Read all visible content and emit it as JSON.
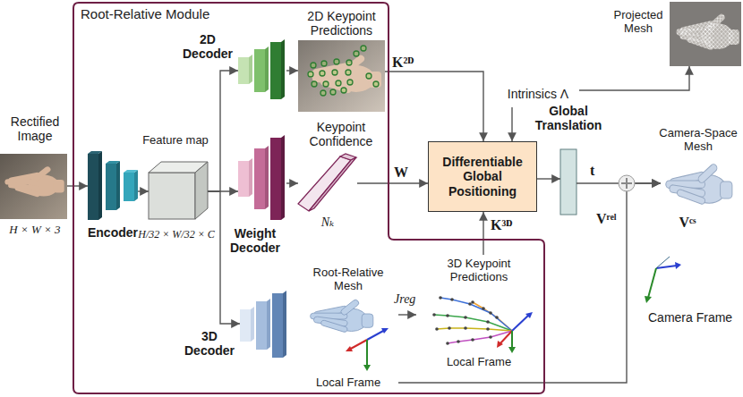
{
  "diagram": {
    "nodes": [
      {
        "text": [
          "Rectified Image",
          "H × W × 3"
        ]
      },
      {
        "text": [
          "Root-Relative Module"
        ]
      },
      {
        "text": [
          "Encoder"
        ],
        "in": 1
      },
      {
        "text": [
          "Feature map",
          "H/32 × W/32 × C"
        ],
        "in": 1
      },
      {
        "text": [
          "2D Decoder"
        ],
        "in": 1
      },
      {
        "text": [
          "2D Keypoint Predictions"
        ],
        "in": 1
      },
      {
        "text": [
          "Weight Decoder"
        ],
        "in": 1
      },
      {
        "text": [
          "Keypoint Confidence",
          "Nₖ"
        ],
        "in": 1
      },
      {
        "text": [
          "3D Decoder"
        ],
        "in": 1
      },
      {
        "text": [
          "Root-Relative Mesh",
          "Local Frame"
        ],
        "in": 1
      },
      {
        "text": [
          "3D Keypoint Predictions",
          "Local Frame"
        ],
        "in": 1
      },
      {
        "text": [
          "Differentiable Global Positioning"
        ]
      },
      {
        "text": [
          "Intrinsics Λ"
        ]
      },
      {
        "text": [
          "Global Translation"
        ]
      },
      {
        "text": [
          "Camera-Space Mesh",
          "Vᶜˢ"
        ]
      },
      {
        "text": [
          "Projected Mesh"
        ]
      }
    ],
    "edges": [
      {
        "from": 0,
        "to": 2,
        "arrow": "to"
      },
      {
        "from": 2,
        "to": 3,
        "arrow": "to"
      },
      {
        "from": 3,
        "to": 4,
        "arrow": "to"
      },
      {
        "from": 3,
        "to": 6,
        "arrow": "to"
      },
      {
        "from": 3,
        "to": 8,
        "arrow": "to"
      },
      {
        "from": 4,
        "to": 5,
        "arrow": "to"
      },
      {
        "from": 6,
        "to": 7,
        "arrow": "to"
      },
      {
        "from": 5,
        "to": 11,
        "label": "K²ᴰ",
        "arrow": "to"
      },
      {
        "from": 7,
        "to": 11,
        "label": "W",
        "arrow": "to"
      },
      {
        "from": 9,
        "to": 10,
        "label": "Jreg",
        "arrow": "to"
      },
      {
        "from": 10,
        "to": 11,
        "label": "K³ᴰ",
        "arrow": "to"
      },
      {
        "from": 12,
        "to": 11,
        "arrow": "to"
      },
      {
        "from": 12,
        "to": 15,
        "arrow": "to"
      },
      {
        "from": 11,
        "to": 13,
        "arrow": "to"
      },
      {
        "from": 13,
        "to": 14,
        "label": "t",
        "arrow": "to"
      },
      {
        "from": 9,
        "to": 14,
        "label": "Vʳᵉˡ",
        "arrow": "to"
      }
    ],
    "labels": [
      "Camera Frame"
    ]
  }
}
